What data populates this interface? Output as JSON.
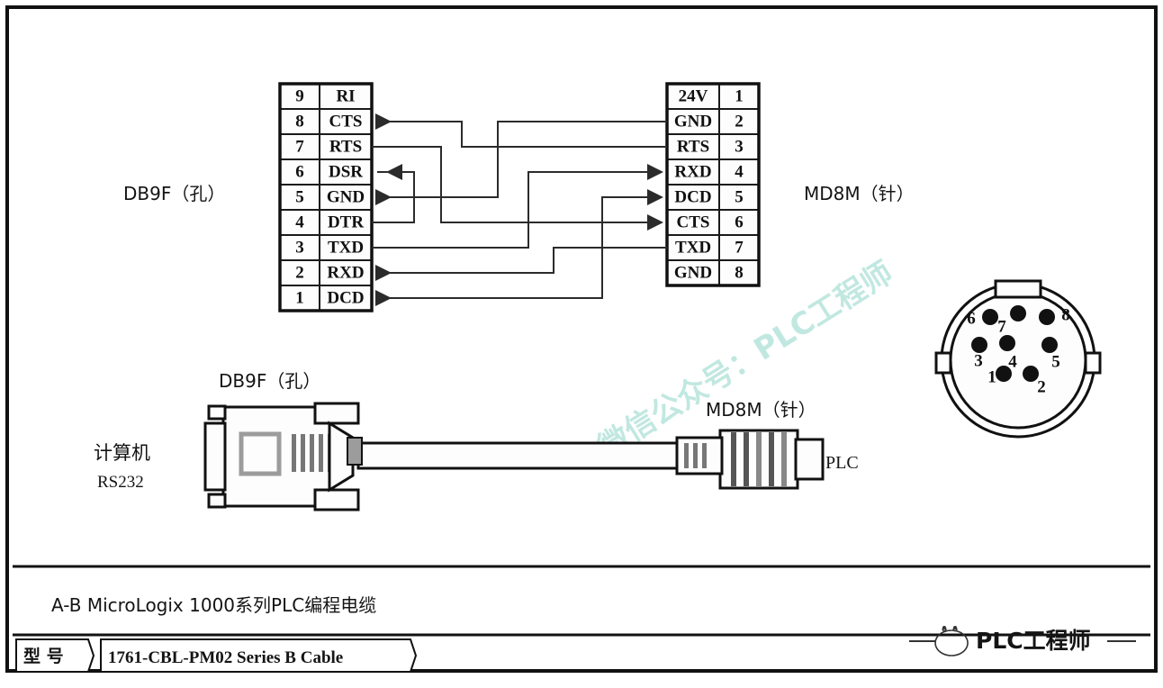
{
  "figure": {
    "title_cn": "A-B MicroLogix 1000系列PLC编程电缆",
    "model_label": "型 号",
    "model_value": "1761-CBL-PM02 Series B Cable"
  },
  "labels": {
    "db9f_table": "DB9F（孔）",
    "md8m_table": "MD8M（针）",
    "db9f_connector": "DB9F（孔）",
    "md8m_connector": "MD8M（针）",
    "computer_cn": "计算机",
    "computer_std": "RS232",
    "plc": "PLC"
  },
  "db9f_pins": [
    {
      "num": "9",
      "signal": "RI",
      "link": "none"
    },
    {
      "num": "8",
      "signal": "CTS",
      "link": "in"
    },
    {
      "num": "7",
      "signal": "RTS",
      "link": "out"
    },
    {
      "num": "6",
      "signal": "DSR",
      "link": "in"
    },
    {
      "num": "5",
      "signal": "GND",
      "link": "in"
    },
    {
      "num": "4",
      "signal": "DTR",
      "link": "out"
    },
    {
      "num": "3",
      "signal": "TXD",
      "link": "out"
    },
    {
      "num": "2",
      "signal": "RXD",
      "link": "in"
    },
    {
      "num": "1",
      "signal": "DCD",
      "link": "in"
    }
  ],
  "md8m_pins": [
    {
      "signal": "24V",
      "num": "1",
      "link": "none"
    },
    {
      "signal": "GND",
      "num": "2",
      "link": "in"
    },
    {
      "signal": "RTS",
      "num": "3",
      "link": "out"
    },
    {
      "signal": "RXD",
      "num": "4",
      "link": "in"
    },
    {
      "signal": "DCD",
      "num": "5",
      "link": "in"
    },
    {
      "signal": "CTS",
      "num": "6",
      "link": "in"
    },
    {
      "signal": "TXD",
      "num": "7",
      "link": "out"
    },
    {
      "signal": "GND",
      "num": "8",
      "link": "none"
    }
  ],
  "md8_socket_pins": [
    {
      "num": "6"
    },
    {
      "num": "7"
    },
    {
      "num": "8"
    },
    {
      "num": "3"
    },
    {
      "num": "4"
    },
    {
      "num": "5"
    },
    {
      "num": "1"
    },
    {
      "num": "2"
    }
  ],
  "watermarks": {
    "diagonal": "微信公众号：PLC工程师",
    "corner": "PLC工程师"
  },
  "colors": {
    "ink": "#141414",
    "wire": "#2b2b2b",
    "watermark": "#8fd6c8",
    "paper": "#ffffff"
  }
}
